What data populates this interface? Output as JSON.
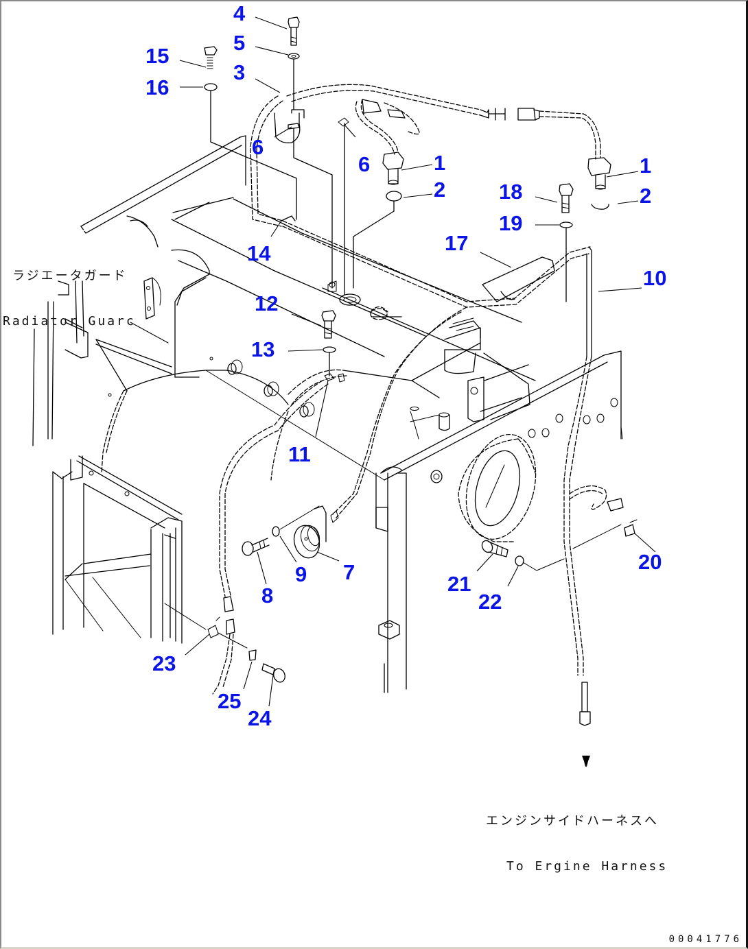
{
  "diagram": {
    "type": "exploded parts diagram",
    "callout_color": "#0a14e6",
    "drawing_number": "00041776",
    "notes": {
      "radiator_guard": {
        "jp": "ラジエータガード",
        "en": "Radiator Guarc"
      },
      "engine_harness": {
        "jp": "エンジンサイドハーネスへ",
        "en": "To Ergine Harness"
      }
    },
    "callouts": [
      {
        "id": "c4",
        "label": "4"
      },
      {
        "id": "c5",
        "label": "5"
      },
      {
        "id": "c3",
        "label": "3"
      },
      {
        "id": "c15",
        "label": "15"
      },
      {
        "id": "c16",
        "label": "16"
      },
      {
        "id": "c6a",
        "label": "6"
      },
      {
        "id": "c6b",
        "label": "6"
      },
      {
        "id": "c1a",
        "label": "1"
      },
      {
        "id": "c2a",
        "label": "2"
      },
      {
        "id": "c1b",
        "label": "1"
      },
      {
        "id": "c2b",
        "label": "2"
      },
      {
        "id": "c18",
        "label": "18"
      },
      {
        "id": "c19",
        "label": "19"
      },
      {
        "id": "c17",
        "label": "17"
      },
      {
        "id": "c10",
        "label": "10"
      },
      {
        "id": "c14",
        "label": "14"
      },
      {
        "id": "c12",
        "label": "12"
      },
      {
        "id": "c13",
        "label": "13"
      },
      {
        "id": "c11",
        "label": "11"
      },
      {
        "id": "c7",
        "label": "7"
      },
      {
        "id": "c8",
        "label": "8"
      },
      {
        "id": "c9",
        "label": "9"
      },
      {
        "id": "c20",
        "label": "20"
      },
      {
        "id": "c21",
        "label": "21"
      },
      {
        "id": "c22",
        "label": "22"
      },
      {
        "id": "c23",
        "label": "23"
      },
      {
        "id": "c24",
        "label": "24"
      },
      {
        "id": "c25",
        "label": "25"
      }
    ]
  }
}
